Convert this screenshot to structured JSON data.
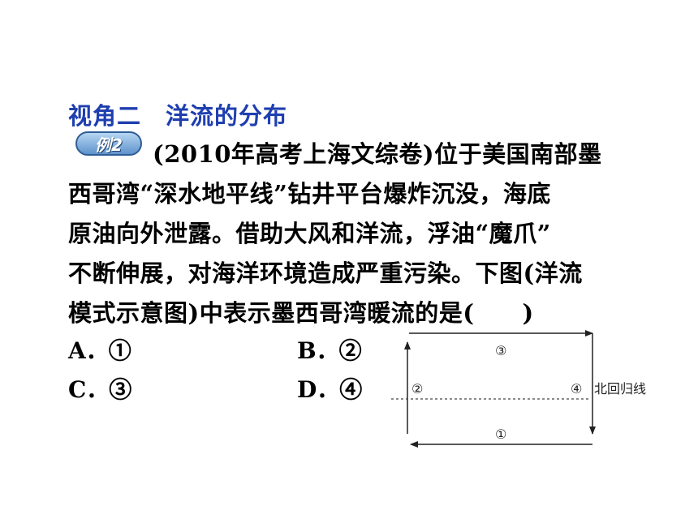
{
  "heading": "视角二　洋流的分布",
  "badge": "例2",
  "question": {
    "line1": "(2010年高考上海文综卷)位于美国南部墨",
    "line2": "西哥湾“深水地平线”钻井平台爆炸沉没，海底",
    "line3": "原油向外泄露。借助大风和洋流，浮油“魔爪”",
    "line4": "不断伸展，对海洋环境造成严重污染。下图(洋流",
    "line5": "模式示意图)中表示墨西哥湾暖流的是(　　)"
  },
  "options": {
    "a": "A．①",
    "b": "B．②",
    "c": "C．③",
    "d": "D．④"
  },
  "diagram": {
    "label_top": "③",
    "label_left": "②",
    "label_right": "④",
    "label_bottom": "①",
    "tropic_label": "北回归线"
  }
}
